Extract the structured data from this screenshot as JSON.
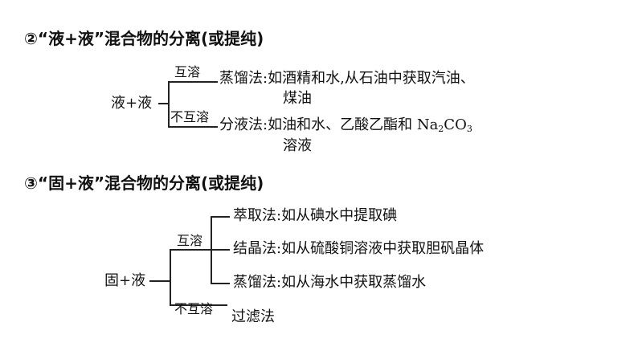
{
  "section2": {
    "title": "②“液+液”混合物的分离(或提纯)",
    "root": "液+液",
    "branch1": {
      "condition": "互溶",
      "method": "蒸馏法",
      "colon": ":",
      "example_line1": "如酒精和水,从石油中获取汽油、",
      "example_line2": "煤油"
    },
    "branch2": {
      "condition": "不互溶",
      "method": "分液法",
      "colon": ":",
      "example_prefix": "如油和水、乙酸乙酯和 ",
      "formula_part1": "Na",
      "formula_sub1": "2",
      "formula_part2": "CO",
      "formula_sub2": "3",
      "example_line2": "溶液"
    }
  },
  "section3": {
    "title": "③“固+液”混合物的分离(或提纯)",
    "root": "固+液",
    "branch1": {
      "condition": "互溶",
      "items": [
        {
          "method": "萃取法",
          "colon": ":",
          "example": "如从碘水中提取碘"
        },
        {
          "method": "结晶法",
          "colon": ":",
          "example": "如从硫酸铜溶液中获取胆矾晶体"
        },
        {
          "method": "蒸馏法",
          "colon": ":",
          "example": "如从海水中获取蒸馏水"
        }
      ]
    },
    "branch2": {
      "condition": "不互溶",
      "method": "过滤法"
    }
  }
}
